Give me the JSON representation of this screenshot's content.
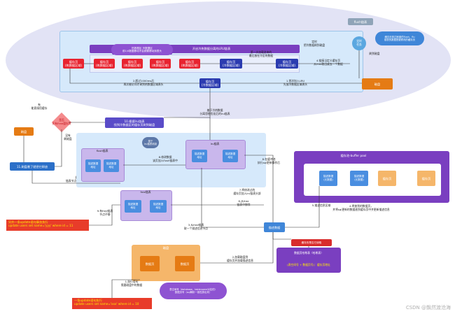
{
  "colors": {
    "ellipse": "#e2e3f5",
    "panel_blue": "#d6e9fb",
    "red": "#e8232f",
    "navy": "#2b3bb0",
    "purple": "#7a3fc0",
    "orange": "#e57b14",
    "orange_light": "#f5b66a",
    "green": "#27a55a",
    "pink": "#f48a8c",
    "sky": "#5aa7e0"
  },
  "top_region": {
    "lru_title": "开启冷热数据分离的LRU链表",
    "hot_callout": "热数据区 冷数据区\n前1/4数据移动不会频繁移动到表头",
    "hot_pages": [
      "缓存页\n(热数据区域)",
      "缓存页\n(热数据区域)",
      "缓存页\n(热数据区域)",
      "缓存页\n(热数据区域)"
    ],
    "cold_pages": [
      "缓存页\n(冷数据区域)",
      "缓存页\n(冷数据区域)"
    ],
    "first_load_note": "第一次加载进来的\n最后放在冷区的数据",
    "timed_note": "定时\n把冷数据刷到磁盘",
    "flush_title": "flush链表",
    "flush_pill": "缓存页到达刷盘的flush，flu\n链表的数据是被修改的缓存页",
    "timer": "定时\n任务",
    "write_disk": "刷到磁盘",
    "step4": "4.链接当定义缓存页\n从free取出或去一个数据",
    "mid_page": "缓存页\n(冷数据区域)",
    "step2": "2.超过1000ms后\n再次被访问才调到热数据区域表头",
    "step1": "1.首次加入LRU\n先放冷数据区域表头",
    "disk": "磁盘",
    "hot_label": "基于冷热数据\n分离思想优化后的lru链表"
  },
  "left_flow": {
    "reuse_note": "有\n能直接用缓存",
    "flush_step": "10.根据lru链表\n找到冷数据区的缓存页刷到磁盘",
    "diamond": "是否\n还有Free缓存页",
    "no_disk": "没有\n刷磁盘",
    "disk": "刷盘",
    "step11": "11.刷盘晚了就把它释放",
    "free_tip": "此时free\n链表节点又可以加进来了"
  },
  "middle": {
    "flush_list_title": "flush链表",
    "lru_title": "lru链表",
    "bubble": "基于\nlru链表机制",
    "ctrl_block": "描述数据\n地址",
    "step8": "8.修改数据\n该页加入flush链表中",
    "step7": "7.将修改过的\n缓存页加入lru链表头部",
    "step6": "6.从free\n链表中移除",
    "step3": "3.从free链表\n取一个描述信息节点",
    "step9": "9.有free链表\n节点不够",
    "free_title": "free链表",
    "step5": "5.描述信息区域",
    "desc_center": "描述数据",
    "red_decision": "缓存页是否已读取",
    "hash_title": "数据页哈希表（哈希表）",
    "hash_content": "(表空间号 + 数据页号)：缓存页地址",
    "step2_load": "2.加载磁盘到\n缓存页并加载描述信息"
  },
  "buffer_pool": {
    "title": "缓存池-buffer pool",
    "desc": [
      "描述数据\n(元数据)",
      "描述数据\n(元数据)"
    ],
    "pages": [
      "缓存页",
      "缓存页"
    ],
    "step4": "4.将查到的数据页，\n并将sql更新的数据放到缓存页中并更新描述信息"
  },
  "bottom": {
    "sql1": "另外一条update语句事务执行\nupdate users set name='yyy' where id = 11",
    "sql2": "一条update语句执行\nupdate users set name='xxx' where id = 10",
    "disk_title": "磁盘",
    "disk_pages": [
      "数据页",
      "数据页"
    ],
    "step1": "1.执行语句\n需要磁盘中的数据",
    "bubble_bottom": "表空间号（database、tablename对应的）\n数据页号（sql解析一致性算出来）",
    "step8_update": "8.在缓冲池\n执行sql更新操作后"
  },
  "watermark": "CSDN @飘然渡沧海"
}
